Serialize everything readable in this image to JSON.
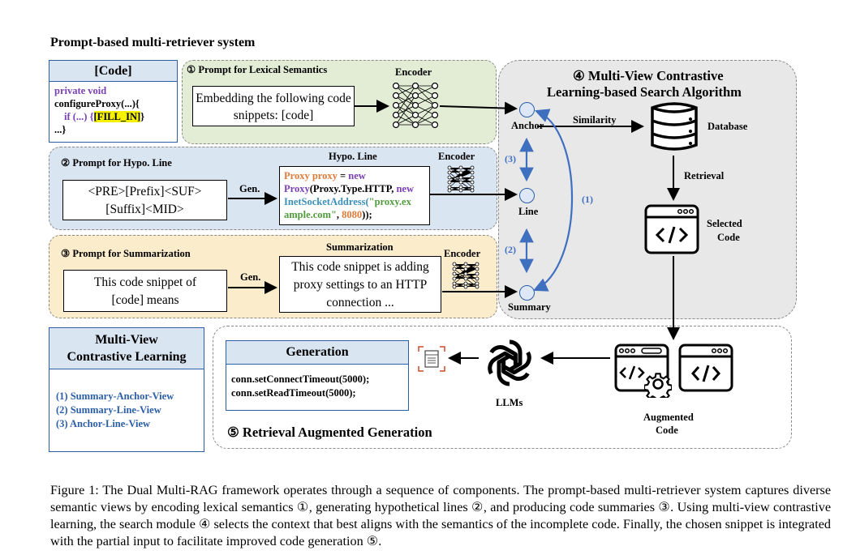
{
  "header": {
    "title": "Prompt-based multi-retriever system"
  },
  "code_box": {
    "title": "[Code]",
    "line1": "private void",
    "line2": "configureProxy(...){",
    "line3_prefix": "if (...) {",
    "line3_fill": "[FILL_IN]",
    "line3_suffix": "}",
    "line4": "...}"
  },
  "panel1": {
    "title": "① Prompt for Lexical Semantics",
    "box_text": "Embedding the following code snippets: [code]",
    "encoder": "Encoder"
  },
  "panel2": {
    "title": "② Prompt for Hypo. Line",
    "box_line1": "<PRE>[Prefix]<SUF>",
    "box_line2": "[Suffix]<MID>",
    "gen": "Gen.",
    "hypo_title": "Hypo. Line",
    "encoder": "Encoder",
    "code_tokens": [
      {
        "t": "Proxy ",
        "c": "#e07b39"
      },
      {
        "t": "proxy ",
        "c": "#e07b39"
      },
      {
        "t": "= ",
        "c": "#000000"
      },
      {
        "t": "new",
        "c": "#7a3fb5"
      },
      {
        "t": "Proxy",
        "c": "#7a3fb5"
      },
      {
        "t": "(Proxy.Type.HTTP, ",
        "c": "#000000"
      },
      {
        "t": "new",
        "c": "#7a3fb5"
      },
      {
        "t": "InetSocketAddress(",
        "c": "#3c8fb8"
      },
      {
        "t": "\"proxy.ex",
        "c": "#4f9a3a"
      },
      {
        "t": "ample.com\"",
        "c": "#4f9a3a"
      },
      {
        "t": ", ",
        "c": "#000000"
      },
      {
        "t": "8080",
        "c": "#e07b39"
      },
      {
        "t": "));",
        "c": "#000000"
      }
    ]
  },
  "panel3": {
    "title": "③ Prompt for Summarization",
    "box_text": "This code snippet of [code] means",
    "gen": "Gen.",
    "sum_title": "Summarization",
    "sum_text": "This code snippet is adding proxy settings to an HTTP connection ...",
    "encoder": "Encoder"
  },
  "panel4": {
    "title_line1": "④ Multi-View Contrastive",
    "title_line2": "Learning-based Search Algorithm",
    "anchor": "Anchor",
    "line": "Line",
    "summary": "Summary",
    "similarity": "Similarity",
    "database": "Database",
    "retrieval": "Retrieval",
    "selected": "Selected",
    "code": "Code",
    "mark1": "(1)",
    "mark2": "(2)",
    "mark3": "(3)"
  },
  "mvcl": {
    "title_line1": "Multi-View",
    "title_line2": "Contrastive Learning",
    "items": [
      "(1)  Summary-Anchor-View",
      "(2)  Summary-Line-View",
      "(3)  Anchor-Line-View"
    ]
  },
  "panel5": {
    "title": "⑤ Retrieval Augmented Generation",
    "gen_title": "Generation",
    "gen_line1": "conn.setConnectTimeout(5000);",
    "gen_line2": "conn.setReadTimeout(5000);",
    "llms": "LLMs",
    "augmented1": "Augmented",
    "augmented2": "Code"
  },
  "caption": "Figure 1: The Dual Multi-RAG framework operates through a sequence of components. The prompt-based multi-retriever system captures diverse semantic views by encoding lexical semantics ①, generating hypothetical lines ②, and producing code summaries ③. Using multi-view contrastive learning, the search module ④ selects the context that best aligns with the semantics of the incomplete code. Finally, the chosen snippet is integrated with the partial input to facilitate improved code generation ⑤.",
  "colors": {
    "green": "#e3edd6",
    "blue": "#dae5f2",
    "orange": "#fbeccc",
    "gray": "#e8e8e8",
    "arrow_blue": "#3f6fbf"
  },
  "icons": [
    "neural-network-icon",
    "database-icon",
    "code-window-icon",
    "openai-llm-icon",
    "gear-icon",
    "document-icon"
  ]
}
